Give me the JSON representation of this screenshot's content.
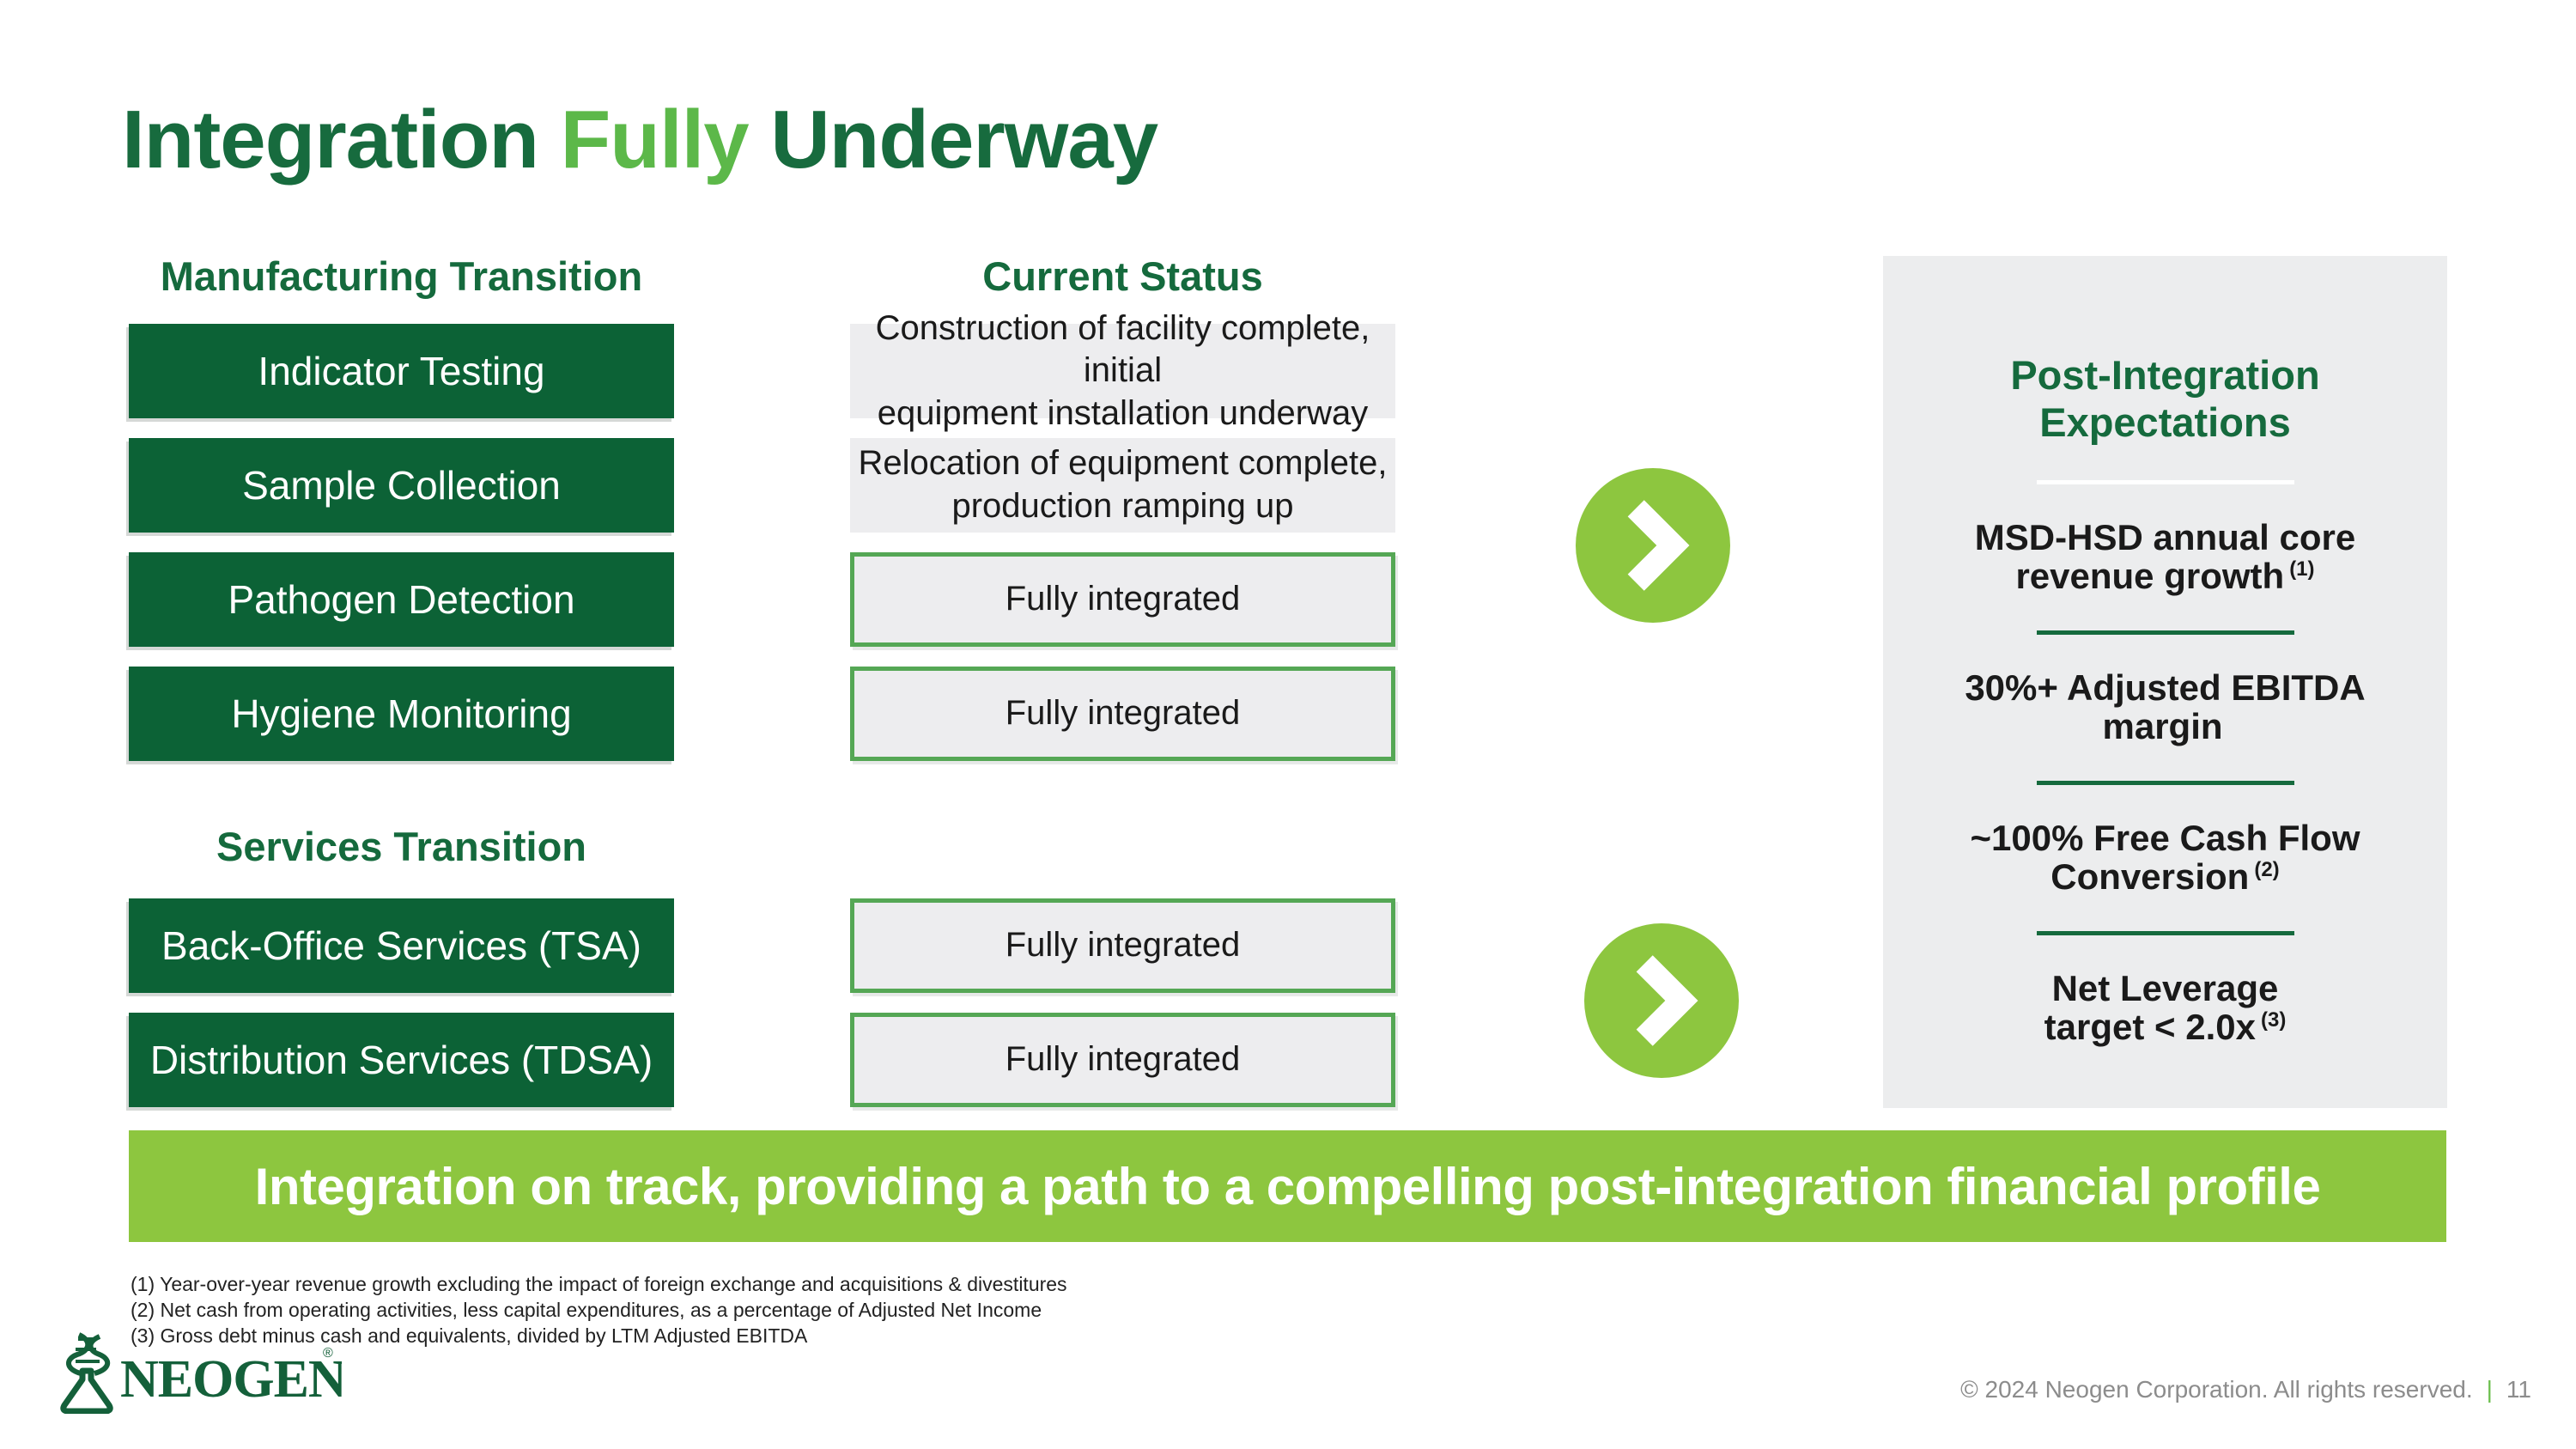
{
  "title": {
    "pre": "Integration",
    "highlight": "Fully",
    "post": "Underway"
  },
  "manufacturing": {
    "header": "Manufacturing Transition",
    "items": [
      "Indicator Testing",
      "Sample Collection",
      "Pathogen Detection",
      "Hygiene Monitoring"
    ]
  },
  "services": {
    "header": "Services Transition",
    "items": [
      "Back-Office Services (TSA)",
      "Distribution Services (TDSA)"
    ]
  },
  "status": {
    "header": "Current Status",
    "items": [
      {
        "text": "Construction of facility complete, initial\nequipment installation underway"
      },
      {
        "text": "Relocation of equipment complete,\nproduction ramping up"
      },
      {
        "text": "Fully integrated"
      },
      {
        "text": "Fully integrated"
      },
      {
        "text": "Fully integrated"
      },
      {
        "text": "Fully integrated"
      }
    ]
  },
  "expectations": {
    "header": "Post-Integration\nExpectations",
    "items": [
      {
        "label": "MSD-HSD annual core\nrevenue growth",
        "sup": "(1)"
      },
      {
        "label": "30%+ Adjusted EBITDA\nmargin",
        "sup": ""
      },
      {
        "label": "~100% Free Cash Flow\nConversion",
        "sup": "(2)"
      },
      {
        "label": "Net Leverage\ntarget < 2.0x",
        "sup": "(3)"
      }
    ]
  },
  "banner": "Integration on track, providing a path to a compelling post-integration financial profile",
  "footnotes": [
    "(1) Year-over-year revenue growth excluding the impact of foreign exchange and acquisitions & divestitures",
    "(2) Net cash from operating activities, less capital expenditures, as a percentage of Adjusted Net Income",
    "(3) Gross debt minus cash and equivalents, divided by LTM Adjusted EBITDA"
  ],
  "footer": {
    "logo_text": "NEOGEN",
    "logo_mark": "®",
    "copyright": "© 2024 Neogen Corporation. All rights reserved.",
    "separator": "|",
    "page": "11"
  },
  "colors": {
    "dark_green": "#0C6236",
    "heading_green": "#156A3D",
    "accent_light_green": "#8DC63F",
    "fully_green": "#5CB849",
    "status_border_green": "#55A755",
    "panel_gray": "#ECEDEE"
  }
}
